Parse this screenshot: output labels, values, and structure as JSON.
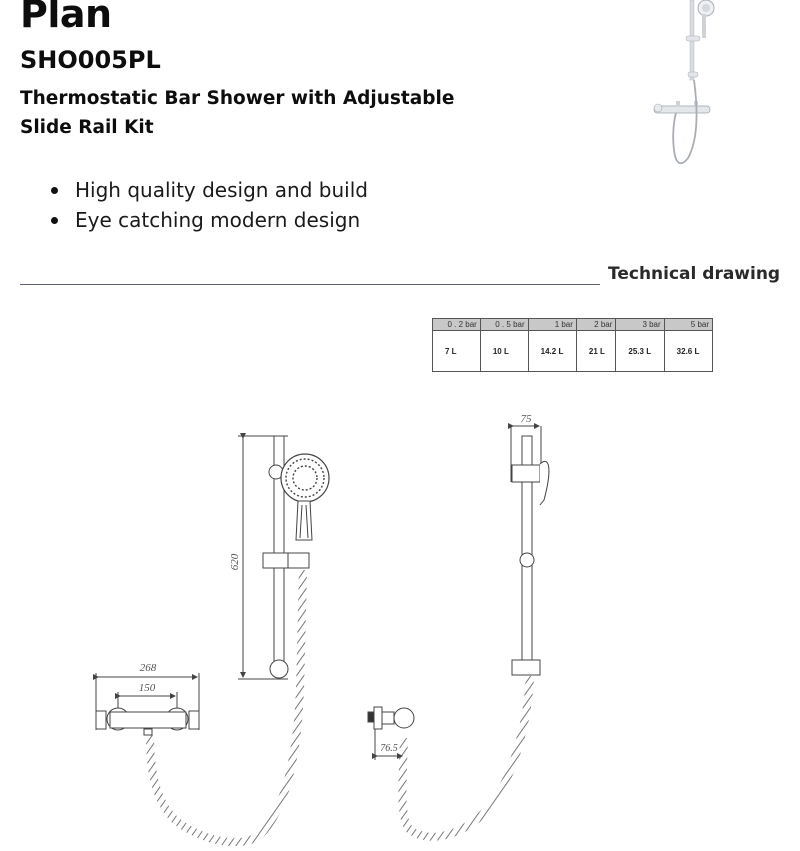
{
  "header": {
    "brand": "Plan",
    "sku": "SHO005PL",
    "product_title": "Thermostatic Bar Shower with Adjustable Slide Rail Kit"
  },
  "product_image": {
    "alt": "Chrome thermostatic bar shower with slide rail and handset"
  },
  "features": [
    "High quality design and build",
    "Eye catching modern design"
  ],
  "technical_section": {
    "heading": "Technical drawing"
  },
  "flow_rate_table": {
    "headers": [
      "0 . 2 bar",
      "0 . 5 bar",
      "1  bar",
      "2  bar",
      "3  bar",
      "5  bar"
    ],
    "values": [
      "7 L",
      "10 L",
      "14.2  L",
      "21  L",
      "25.3 L",
      "32.6 L"
    ]
  },
  "drawing": {
    "front_view": {
      "rail_height": "620",
      "valve_width": "268",
      "valve_centres": "150"
    },
    "side_view": {
      "rail_projection": "75",
      "valve_projection": "76.5"
    }
  },
  "colors": {
    "text": "#0d0d0d",
    "rule": "#5d6470",
    "table_header_bg": "#c8c8c8",
    "drawing_line": "#444444"
  }
}
